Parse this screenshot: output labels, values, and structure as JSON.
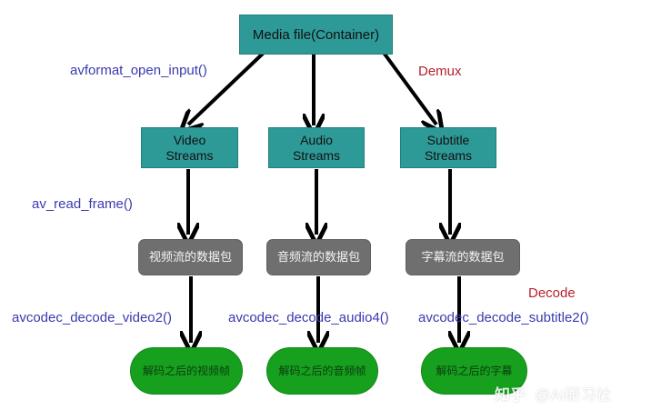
{
  "nodes": {
    "media_file": "Media file(Container)",
    "video_streams": [
      "Video",
      "Streams"
    ],
    "audio_streams": [
      "Audio",
      "Streams"
    ],
    "subtitle_streams": [
      "Subtitle",
      "Streams"
    ],
    "video_packets": "视频流的数据包",
    "audio_packets": "音频流的数据包",
    "subtitle_packets": "字幕流的数据包",
    "decoded_video": "解码之后的视频帧",
    "decoded_audio": "解码之后的音频帧",
    "decoded_subtitle": "解码之后的字幕"
  },
  "labels": {
    "avformat_open_input": "avformat_open_input()",
    "demux": "Demux",
    "av_read_frame": "av_read_frame()",
    "decode": "Decode",
    "decode_video": "avcodec_decode_video2()",
    "decode_audio": "avcodec_decode_audio4()",
    "decode_subtitle": "avcodec_decode_subtitle2()"
  },
  "watermark": {
    "logo": "知乎",
    "handle": "@AI研习社"
  },
  "colors": {
    "teal_box": "#2e9a98",
    "grey_box": "#6f6f6f",
    "green_box": "#16a01e",
    "api_label": "#3a3ab0",
    "stage_label": "#b81f2c",
    "arrow": "#000000"
  }
}
